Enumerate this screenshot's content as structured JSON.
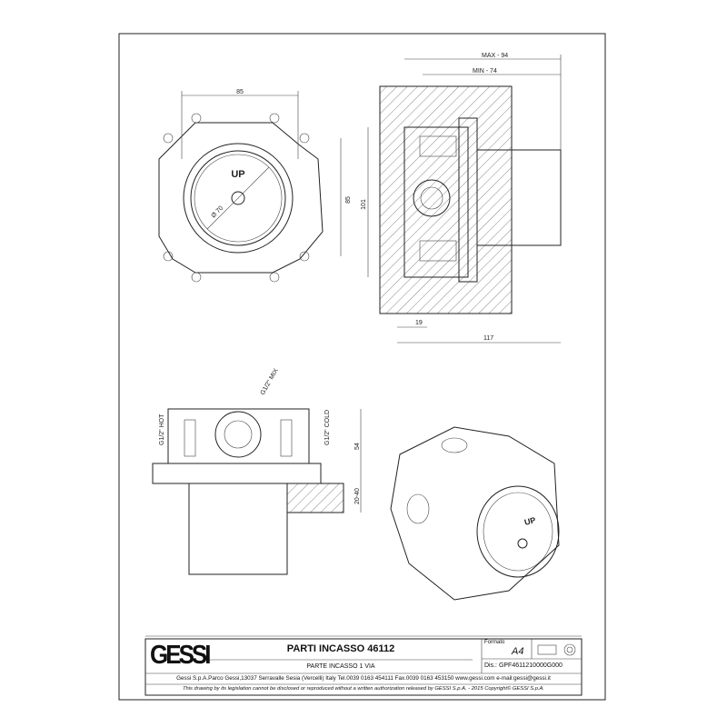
{
  "dimensions": {
    "front_width": "85",
    "front_height": "85",
    "diameter": "Ø 70",
    "up_label": "UP",
    "max_depth": "MAX - 94",
    "min_depth": "MIN - 74",
    "side_height": "101",
    "wall_offset": "19",
    "total_depth": "117",
    "mix_label": "G1/2\" MIX",
    "hot_label": "G1/2\" HOT",
    "cold_label": "G1/2\" COLD",
    "body_height": "54",
    "wall_range": "20-40"
  },
  "title_block": {
    "logo": "GESSI",
    "title": "PARTI INCASSO 46112",
    "subtitle": "PARTE INCASSO 1 VIA",
    "format_label": "Formato",
    "format_value": "A4",
    "drawing_number": "Dis.: GPF4611210000G000",
    "address": "Gessi S.p.A.Parco Gessi,13037 Serravalle Sesia (Vercelli) Italy Tel.0039 0163 454111 Fax.0039 0163 453150 www.gessi.com e-mail:gessi@gessi.it",
    "disclaimer": "This drawing by its legislation cannot be disclosed or reproduced without a written authorization released by GESSI S.p.A. - 2015 Copyright© GESSI S.p.A."
  }
}
